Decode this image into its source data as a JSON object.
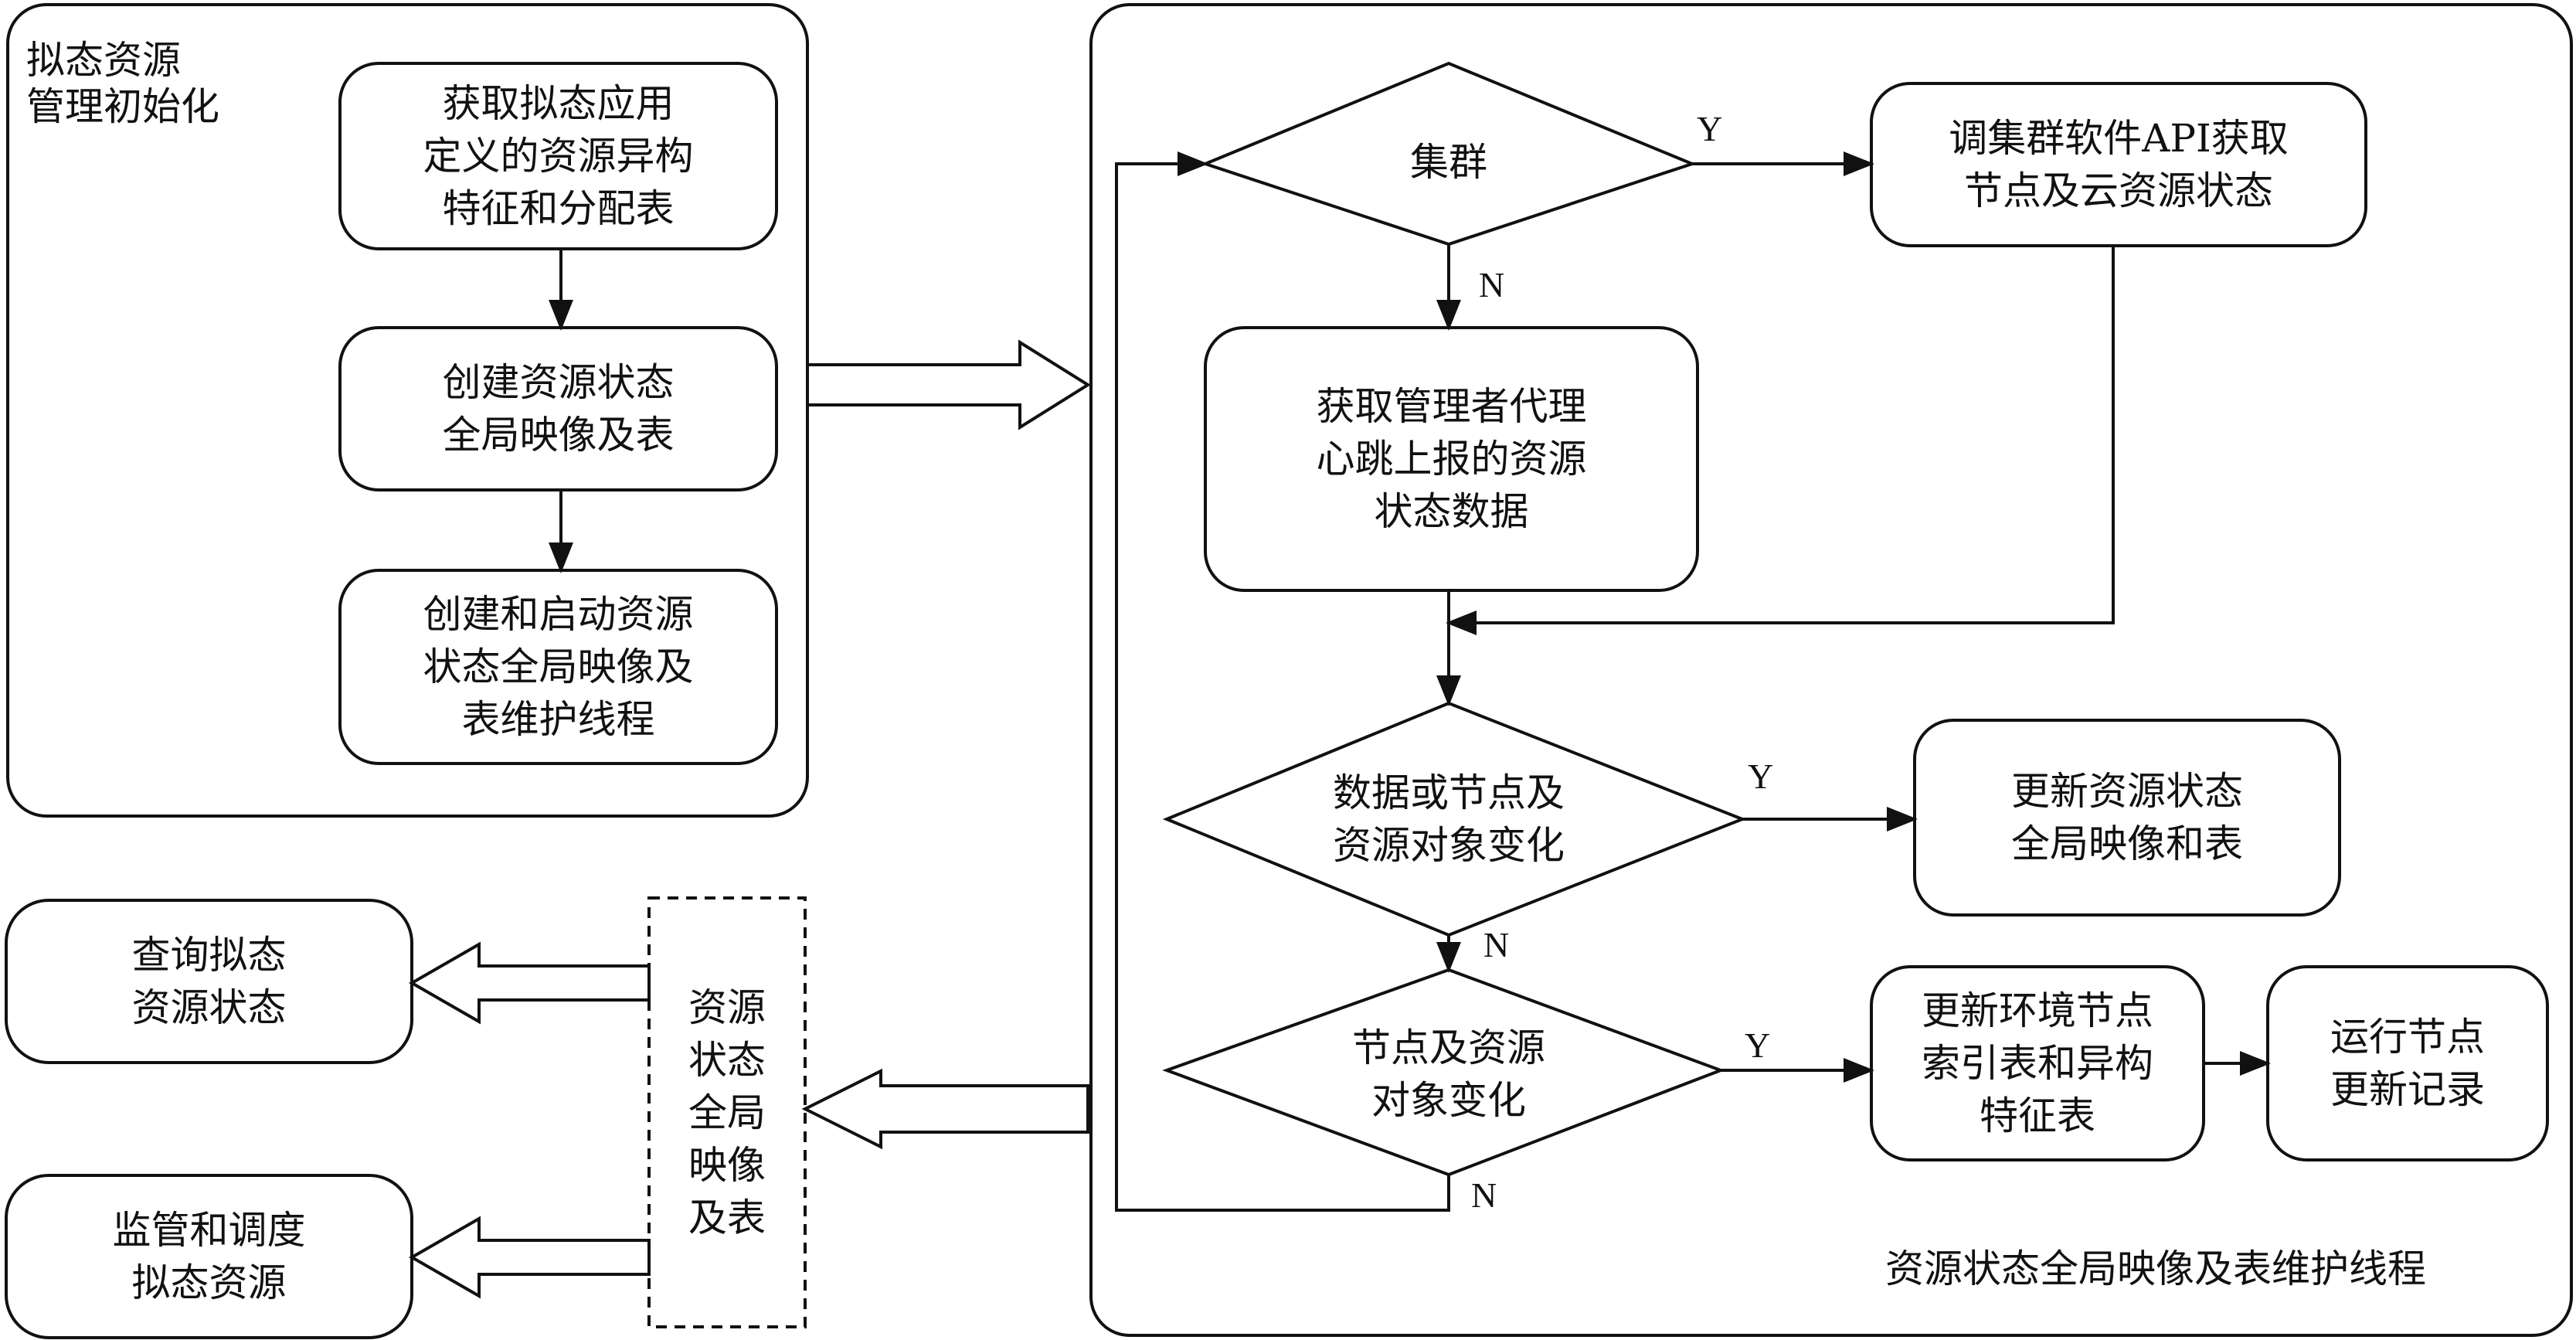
{
  "init_panel": {
    "title": "拟态资源\n管理初始化",
    "step1": "获取拟态应用\n定义的资源异构\n特征和分配表",
    "step2": "创建资源状态\n全局映像及表",
    "step3": "创建和启动资源\n状态全局映像及\n表维护线程"
  },
  "global_store": {
    "label": "资源\n状态\n全局\n映像\n及表"
  },
  "consumers": {
    "query": "查询拟态\n资源状态",
    "supervise": "监管和调度\n拟态资源"
  },
  "maintenance_thread": {
    "caption": "资源状态全局映像及表维护线程",
    "decision_cluster": "集群",
    "cluster_api": "调集群软件API获取\n节点及云资源状态",
    "agent_heartbeat": "获取管理者代理\n心跳上报的资源\n状态数据",
    "decision_data_change": "数据或节点及\n资源对象变化",
    "update_global": "更新资源状态\n全局映像和表",
    "decision_node_change": "节点及资源\n对象变化",
    "update_index": "更新环境节点\n索引表和异构\n特征表",
    "run_node_update": "运行节点\n更新记录"
  },
  "edge_labels": {
    "cluster_yes": "Y",
    "cluster_no": "N",
    "data_yes": "Y",
    "data_no": "N",
    "node_yes": "Y",
    "node_no": "N"
  }
}
